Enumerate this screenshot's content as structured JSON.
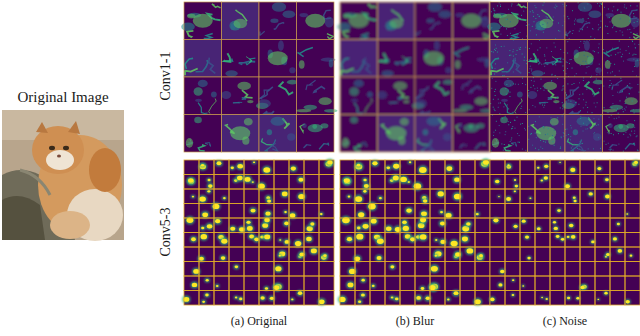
{
  "diagram": {
    "labels": [
      "Original Image",
      "Conv1-1",
      "Conv5-3",
      "(a) Original",
      "(b) Blur",
      "(c) Noise"
    ]
  }
}
